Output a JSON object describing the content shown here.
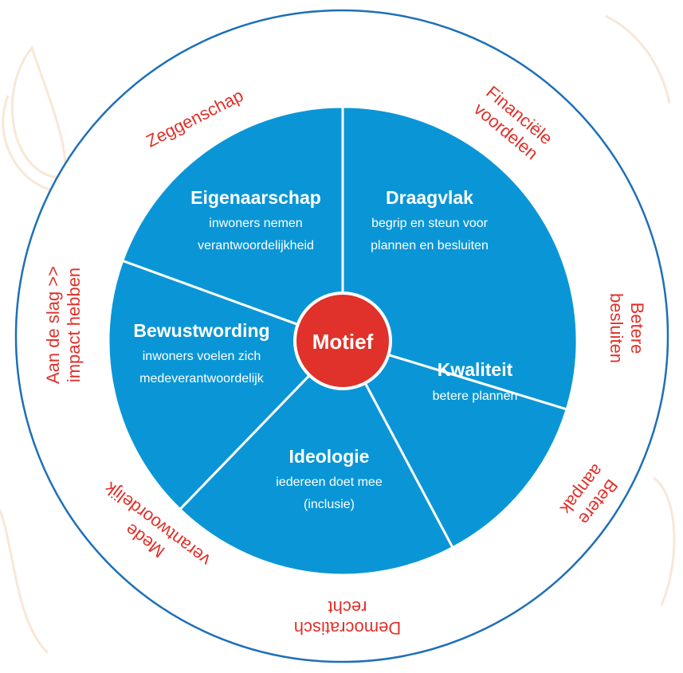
{
  "colors": {
    "segment_fill": "#0a96d6",
    "segment_divider": "#ffffff",
    "center_fill": "#e0312a",
    "outer_ring_stroke": "#1e6fb8",
    "outer_text": "#e0312a",
    "background_swirl": "#f9e7d6"
  },
  "center": {
    "label": "Motief"
  },
  "segments": [
    {
      "title": "Eigenaarschap",
      "line1": "inwoners nemen",
      "line2": "verantwoordelijkheid"
    },
    {
      "title": "Draagvlak",
      "line1": "begrip en steun voor",
      "line2": "plannen en besluiten"
    },
    {
      "title": "Kwaliteit",
      "line1": "betere plannen",
      "line2": ""
    },
    {
      "title": "Ideologie",
      "line1": "iedereen doet mee",
      "line2": "(inclusie)"
    },
    {
      "title": "Bewustwording",
      "line1": "inwoners voelen zich",
      "line2": "medeverantwoordelijk"
    }
  ],
  "outer_labels": [
    {
      "line1": "Zeggenschap",
      "line2": ""
    },
    {
      "line1": "Financiële",
      "line2": "voordelen"
    },
    {
      "line1": "Betere",
      "line2": "besluiten"
    },
    {
      "line1": "Betere",
      "line2": "aanpak"
    },
    {
      "line1": "Democratisch",
      "line2": "recht"
    },
    {
      "line1": "Mede",
      "line2": "verantwoordelijk"
    },
    {
      "line1": "Aan de slag >>",
      "line2": "impact hebben"
    }
  ]
}
